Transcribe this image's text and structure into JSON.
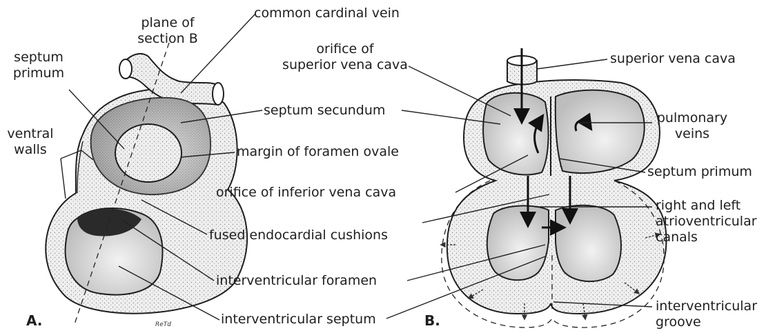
{
  "labels": {
    "panel_a": "A.",
    "panel_b": "B.",
    "signature": "ReTd",
    "septum_primum_a": "septum\nprimum",
    "ventral_walls": "ventral\nwalls",
    "plane_of_section_b": "plane of\nsection B",
    "common_cardinal_vein": "common cardinal vein",
    "orifice_superior_vena_cava": "orifice of\nsuperior vena cava",
    "septum_secundum": "septum secundum",
    "margin_foramen_ovale": "margin of foramen ovale",
    "orifice_inferior_vena_cava": "orifice of inferior vena cava",
    "fused_endocardial_cushions": "fused endocardial cushions",
    "interventricular_foramen": "interventricular foramen",
    "interventricular_septum": "interventricular septum",
    "superior_vena_cava": "superior vena cava",
    "pulmonary_veins": "pulmonary\nveins",
    "septum_primum_b": "septum primum",
    "atrioventricular_canals": "right and left\natrioventricular\ncanals",
    "interventricular_groove": "interventricular\ngroove"
  },
  "colors": {
    "ink": "#1e1e1e",
    "stipple_light": "#ececec",
    "stipple_mid": "#cfcfcf",
    "stipple_dark": "#9a9a9a",
    "foramen_dark": "#2a2a2a"
  }
}
